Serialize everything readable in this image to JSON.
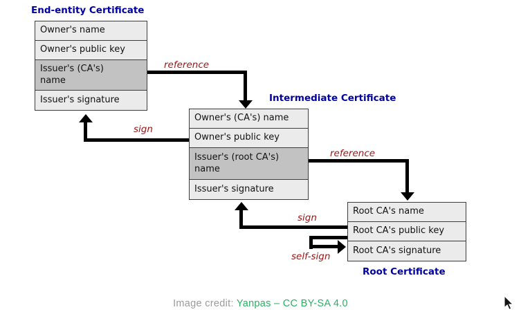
{
  "colors": {
    "title": "#0000a0",
    "arrow_label": "#9b1313",
    "row_light": "#ebebeb",
    "row_dark": "#c2c2c2",
    "box_border": "#3c3c3c",
    "arrow": "#000000",
    "credit_text": "#9a9a9a",
    "credit_link": "#2aaf63",
    "background": "#ffffff"
  },
  "certificates": {
    "end_entity": {
      "title": "End-entity Certificate",
      "rows": [
        "Owner's name",
        "Owner's public key",
        "Issuer's (CA's) name",
        "Issuer's signature"
      ]
    },
    "intermediate": {
      "title": "Intermediate Certificate",
      "rows": [
        "Owner's (CA's) name",
        "Owner's public key",
        "Issuer's (root CA's) name",
        "Issuer's signature"
      ]
    },
    "root": {
      "title": "Root Certificate",
      "rows": [
        "Root CA's name",
        "Root CA's public key",
        "Root CA's signature"
      ]
    }
  },
  "arrow_labels": {
    "reference_top": "reference",
    "sign_top": "sign",
    "reference_bottom": "reference",
    "sign_bottom": "sign",
    "self_sign": "self-sign"
  },
  "caption": {
    "prefix": "Image credit:",
    "link": "Yanpas – CC BY-SA 4.0"
  }
}
